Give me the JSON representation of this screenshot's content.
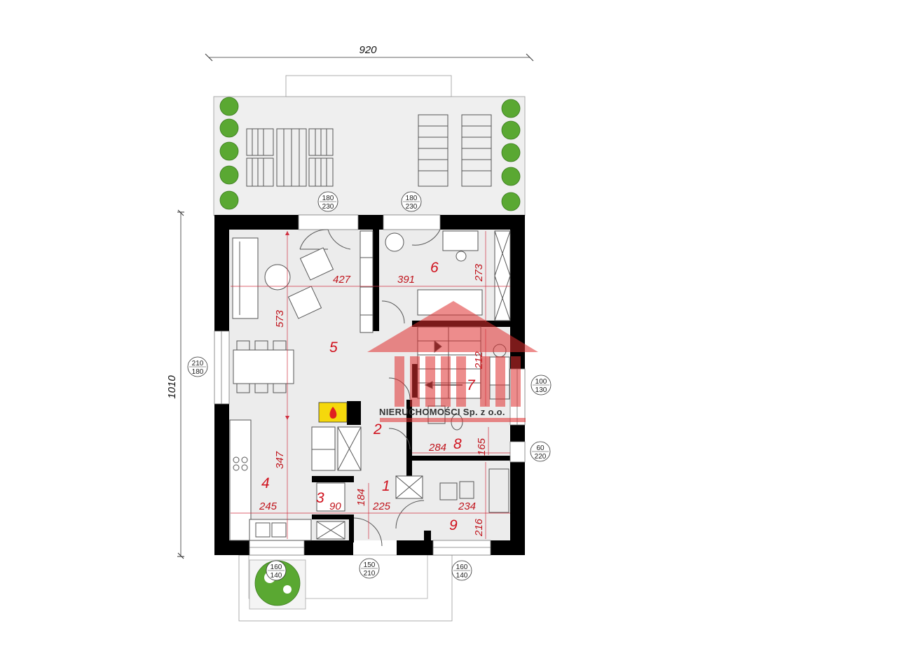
{
  "overall": {
    "width": "920",
    "height": "1010"
  },
  "rooms": [
    {
      "number": "1"
    },
    {
      "number": "2"
    },
    {
      "number": "3"
    },
    {
      "number": "4"
    },
    {
      "number": "5"
    },
    {
      "number": "6"
    },
    {
      "number": "7"
    },
    {
      "number": "8"
    },
    {
      "number": "9"
    }
  ],
  "dimensions": {
    "d427": "427",
    "d391": "391",
    "d273": "273",
    "d573": "573",
    "d212": "212",
    "d284": "284",
    "d165": "165",
    "d347": "347",
    "d245": "245",
    "d90": "90",
    "d184": "184",
    "d225": "225",
    "d234": "234",
    "d216": "216"
  },
  "openings": [
    {
      "w": "180",
      "h": "230"
    },
    {
      "w": "180",
      "h": "230"
    },
    {
      "w": "210",
      "h": "180"
    },
    {
      "w": "100",
      "h": "130"
    },
    {
      "w": "60",
      "h": "220"
    },
    {
      "w": "160",
      "h": "140"
    },
    {
      "w": "150",
      "h": "210"
    },
    {
      "w": "160",
      "h": "140"
    }
  ],
  "watermark": {
    "text": "NIERUCHOMOŚCI Sp. z o.o.",
    "color": "#e03030"
  },
  "colors": {
    "wall": "#000000",
    "floor": "#ececec",
    "dimension": "#c0141c",
    "plant": "#5aa832"
  }
}
